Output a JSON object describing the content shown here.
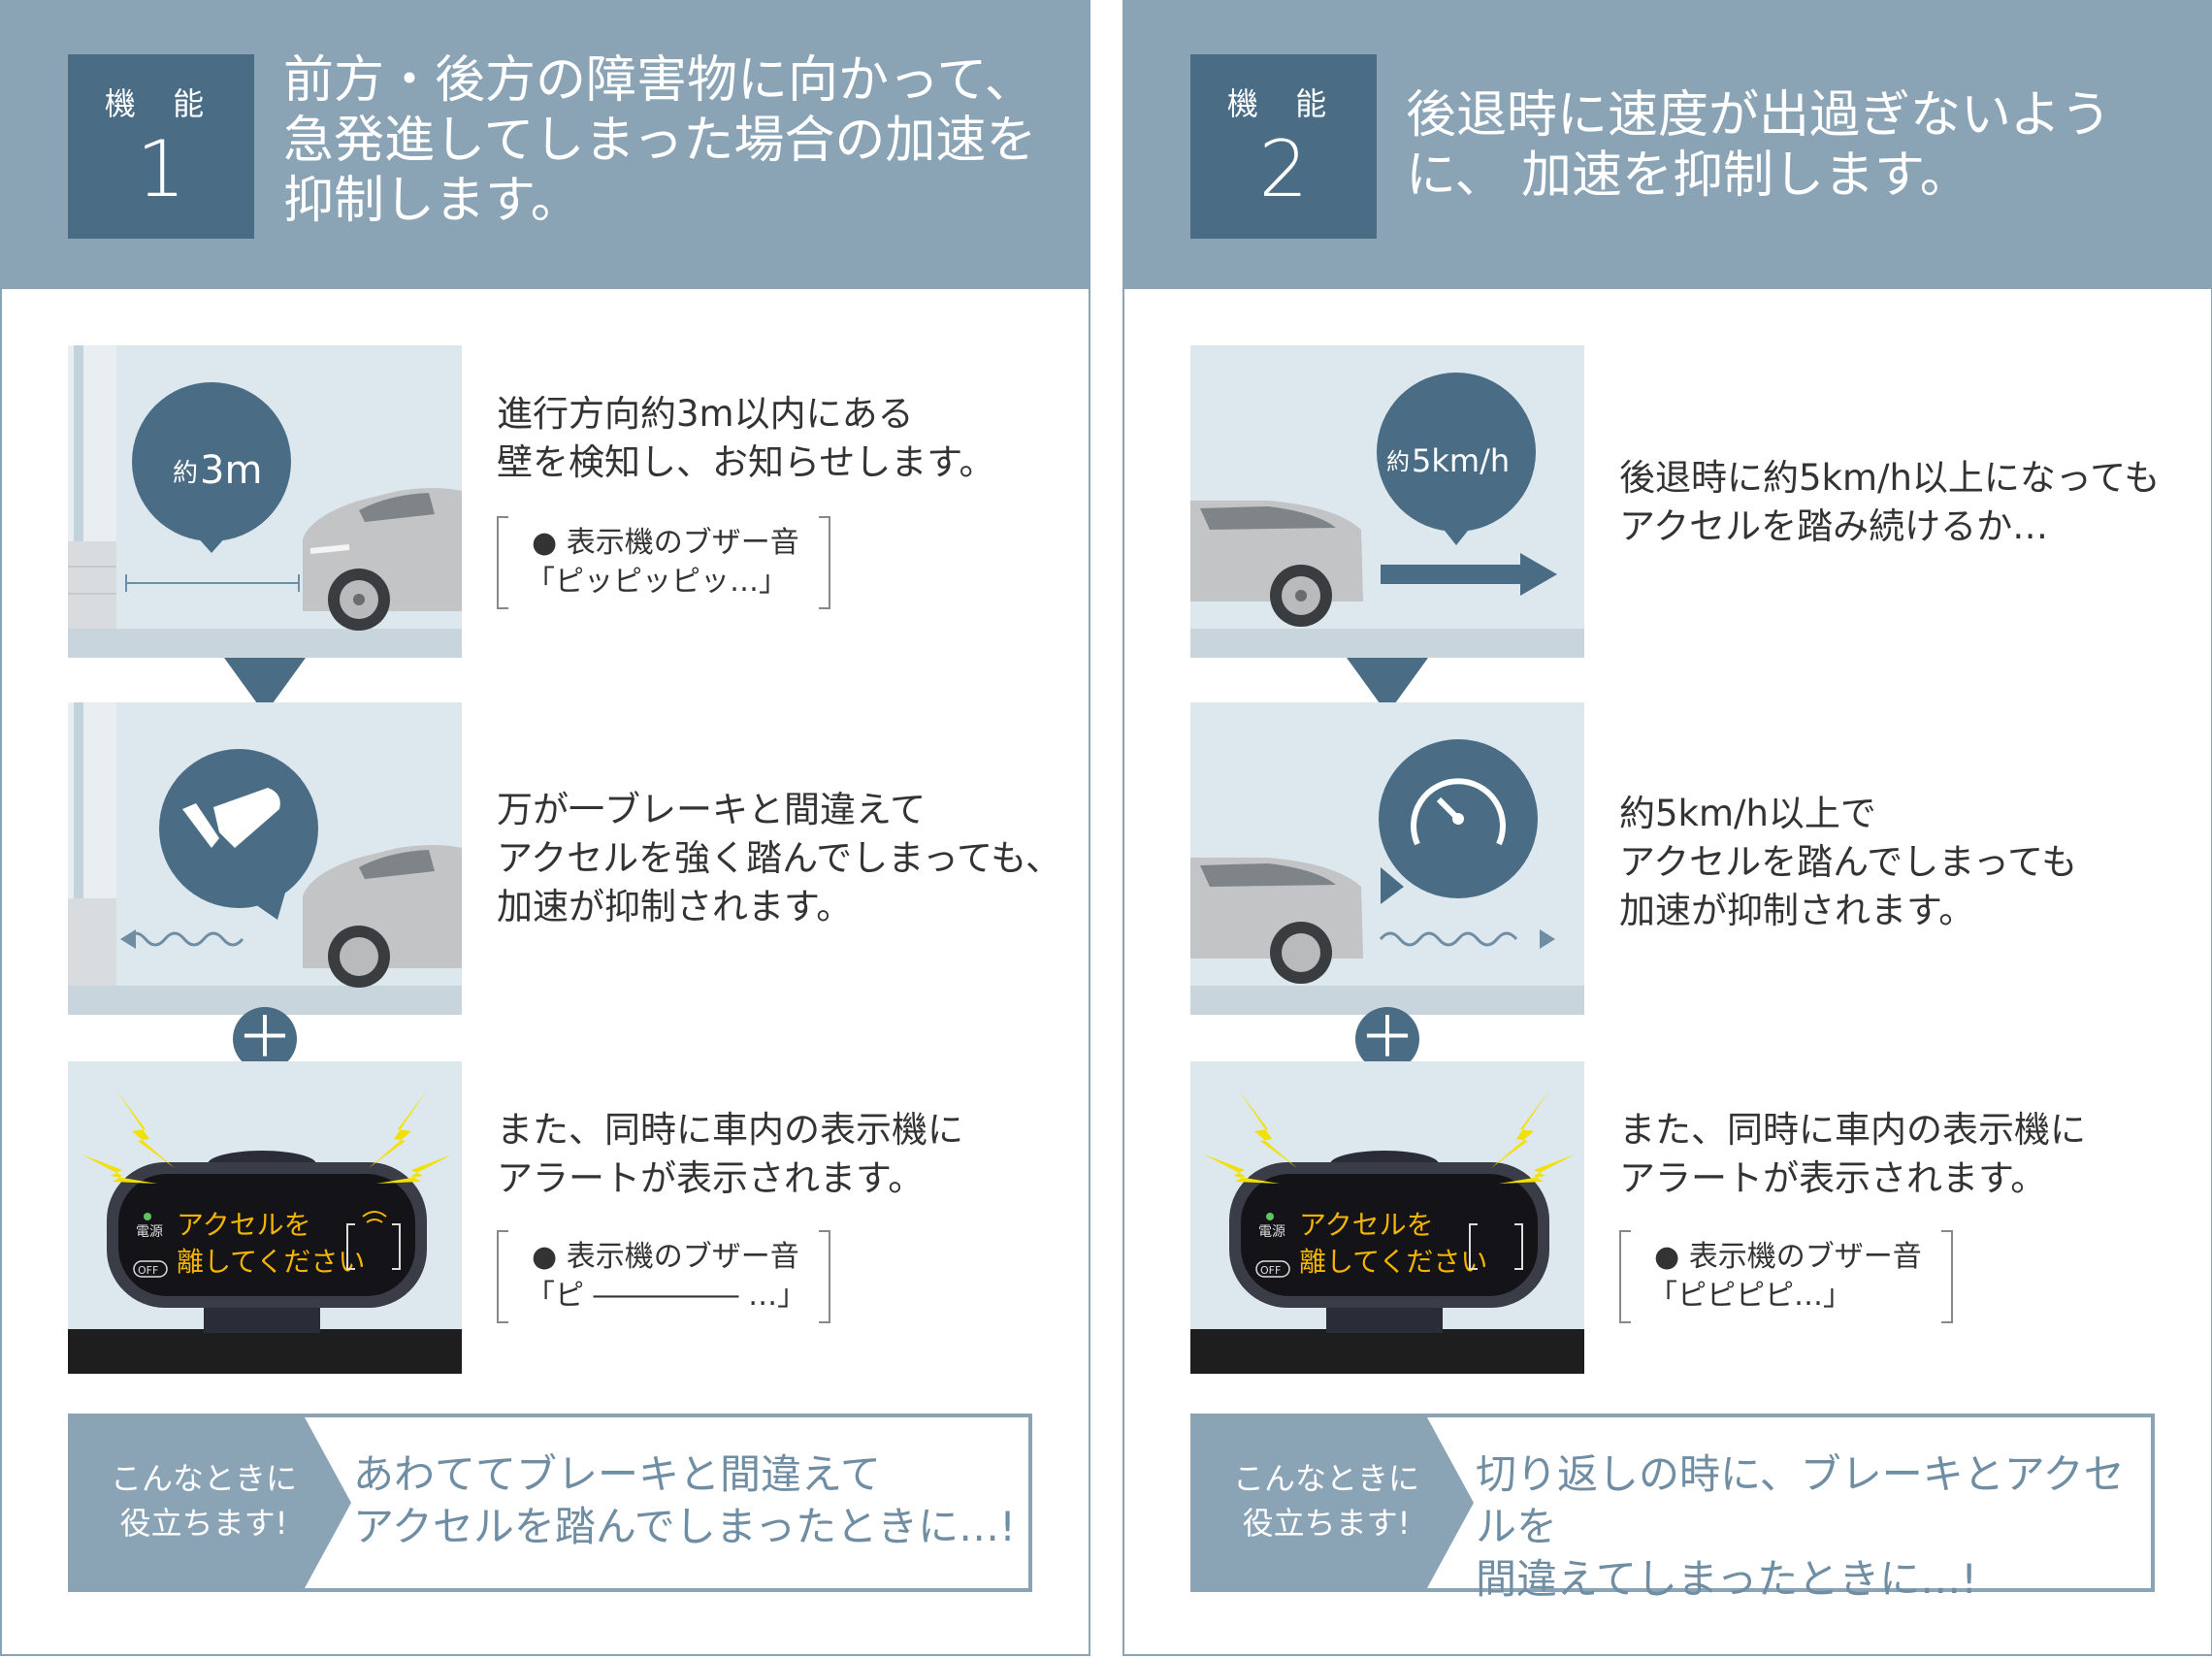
{
  "panels": [
    {
      "badge_label": "機 能",
      "badge_num": "1",
      "title": "前方・後方の障害物に向かって、\n急発進してしまった場合の加速を\n抑制します。",
      "bubble1_prefix": "約",
      "bubble1_value": "3m",
      "step1_text": "進行方向約3m以内にある\n壁を検知し、お知らせします。",
      "buzzer1_line1": "● 表示機のブザー音",
      "buzzer1_line2": "「ピッピッピッ…」",
      "step2_text": "万が一ブレーキと間違えて\nアクセルを強く踏んでしまっても、\n加速が抑制されます。",
      "plus": "＋",
      "step3_text": "また、同時に車内の表示機に\nアラートが表示されます。",
      "buzzer2_line1": "● 表示機のブザー音",
      "buzzer2_line2": "「ピ ――――― …」",
      "display_power": "電源",
      "display_off": "OFF",
      "display_line1": "アクセルを",
      "display_line2": "離してください",
      "footer_tag": "こんなときに\n役立ちます!",
      "footer_text": "あわててブレーキと間違えて\nアクセルを踏んでしまったときに…!"
    },
    {
      "badge_label": "機 能",
      "badge_num": "2",
      "title": "後退時に速度が出過ぎないように、\n加速を抑制します。",
      "bubble1_prefix": "約",
      "bubble1_value": "5km/h",
      "step1_text": "後退時に約5km/h以上になっても\nアクセルを踏み続けるか…",
      "step2_text": "約5km/h以上で\nアクセルを踏んでしまっても\n加速が抑制されます。",
      "plus": "＋",
      "step3_text": "また、同時に車内の表示機に\nアラートが表示されます。",
      "buzzer2_line1": "● 表示機のブザー音",
      "buzzer2_line2": "「ピピピピ…」",
      "display_power": "電源",
      "display_off": "OFF",
      "display_line1": "アクセルを",
      "display_line2": "離してください",
      "footer_tag": "こんなときに\n役立ちます!",
      "footer_text": "切り返しの時に、ブレーキとアクセルを\n間違えてしまったときに…!"
    }
  ],
  "colors": {
    "header_bg": "#8aa4b6",
    "badge_bg": "#4a6d85",
    "scene_bg": "#dde7ee",
    "accent_text": "#6f8ea3",
    "alert_text": "#f5b400",
    "lightning": "#f2e100"
  },
  "icons": [
    "foot-pedal-icon",
    "speedometer-icon",
    "plus-icon",
    "lightning-icon",
    "car-illustration",
    "wall-illustration"
  ]
}
